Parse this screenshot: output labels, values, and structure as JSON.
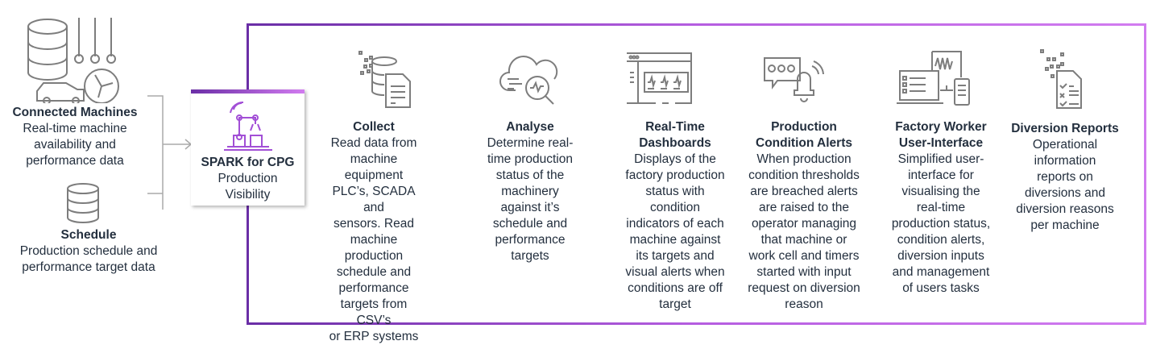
{
  "sources": [
    {
      "title": "Connected Machines",
      "lines": [
        "Real-time machine",
        "availability and",
        "performance data"
      ],
      "icon": "machines-sensors-icon"
    },
    {
      "title": "Schedule",
      "lines": [
        "Production schedule and",
        "performance target data"
      ],
      "icon": "database-icon"
    }
  ],
  "product": {
    "title": "SPARK for CPG",
    "lines": [
      "Production",
      "Visibility"
    ],
    "icon": "robot-arm-icon"
  },
  "colors": {
    "accent_start": "#6a2ea6",
    "accent_end": "#d27cf0",
    "icon_gray": "#7d7d7d",
    "text": "#232f3e"
  },
  "steps": [
    {
      "title": [
        "Collect"
      ],
      "lines": [
        "Read data from",
        "machine equipment",
        "PLC’s, SCADA and",
        "sensors. Read",
        "machine production",
        "schedule and",
        "performance",
        "targets from CSV’s",
        "or ERP systems"
      ],
      "icon": "database-document-icon"
    },
    {
      "title": [
        "Analyse"
      ],
      "lines": [
        "Determine real-",
        "time production",
        "status of the",
        "machinery",
        "against it’s",
        "schedule and",
        "performance",
        "targets"
      ],
      "icon": "cloud-analytics-icon"
    },
    {
      "title": [
        "Real-Time",
        "Dashboards"
      ],
      "lines": [
        "Displays of the",
        "factory production",
        "status with",
        "condition",
        "indicators of each",
        "machine against",
        "its targets and",
        "visual alerts when",
        "conditions are off",
        "target"
      ],
      "icon": "dashboard-window-icon"
    },
    {
      "title": [
        "Production",
        "Condition Alerts"
      ],
      "lines": [
        "When production",
        "condition thresholds",
        "are breached alerts",
        "are raised to the",
        "operator managing",
        "that machine or",
        "work cell and timers",
        "started with input",
        "request on diversion",
        "reason"
      ],
      "icon": "chat-bell-alert-icon"
    },
    {
      "title": [
        "Factory Worker",
        "User-Interface"
      ],
      "lines": [
        "Simplified user-",
        "interface for",
        "visualising the",
        "real-time",
        "production status,",
        "condition alerts,",
        "diversion inputs",
        "and management",
        "of users  tasks"
      ],
      "icon": "devices-icon"
    },
    {
      "title": [
        "Diversion Reports"
      ],
      "lines": [
        "Operational",
        "information",
        "reports on",
        "diversions and",
        "diversion reasons",
        "per machine"
      ],
      "icon": "checklist-report-icon"
    }
  ]
}
